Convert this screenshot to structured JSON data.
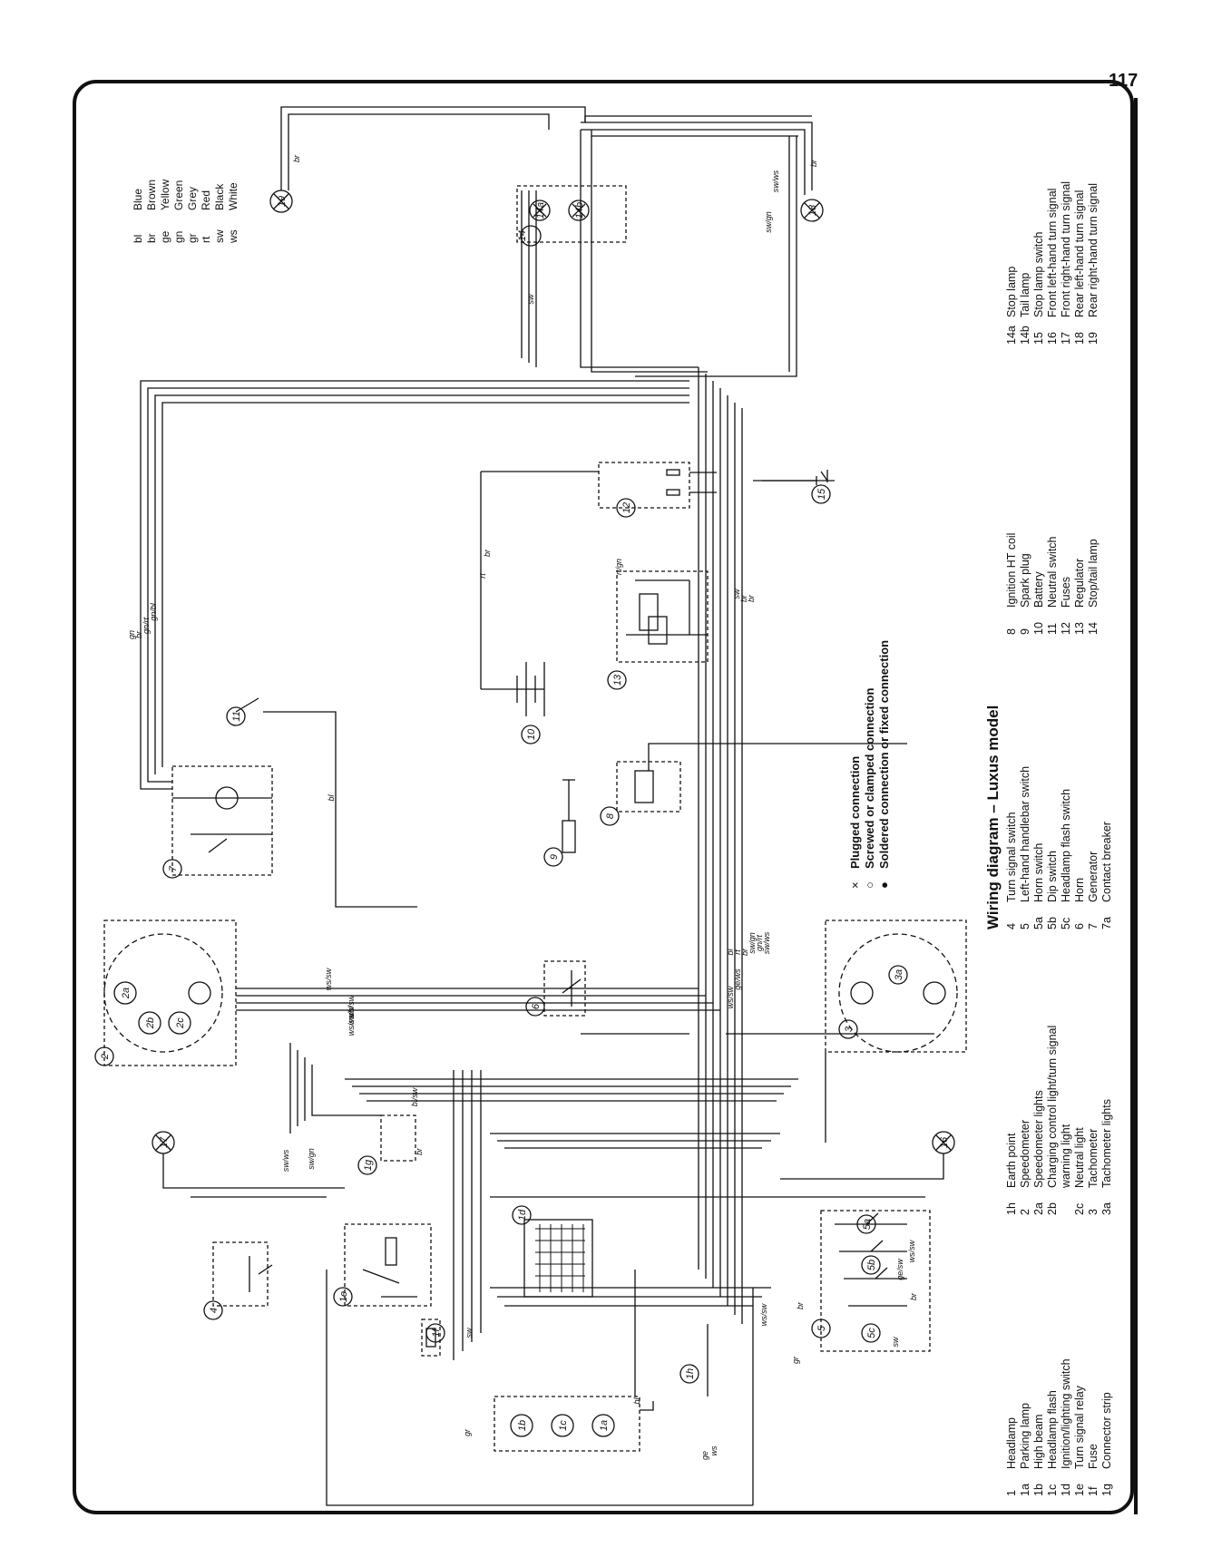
{
  "page_number": "117",
  "title": "Wiring diagram – Luxus model",
  "colour_codes": [
    {
      "code": "bl",
      "name": "Blue"
    },
    {
      "code": "br",
      "name": "Brown"
    },
    {
      "code": "ge",
      "name": "Yellow"
    },
    {
      "code": "gn",
      "name": "Green"
    },
    {
      "code": "gr",
      "name": "Grey"
    },
    {
      "code": "rt",
      "name": "Red"
    },
    {
      "code": "sw",
      "name": "Black"
    },
    {
      "code": "ws",
      "name": "White"
    }
  ],
  "connection_symbols": [
    {
      "symbol": "×",
      "label": "Plugged connection"
    },
    {
      "symbol": "○",
      "label": "Screwed or clamped connection"
    },
    {
      "symbol": "●",
      "label": "Soldered connection or fixed connection"
    }
  ],
  "legend_columns": [
    [
      {
        "code": "1",
        "label": "Headlamp"
      },
      {
        "code": "1a",
        "label": "Parking lamp"
      },
      {
        "code": "1b",
        "label": "High beam"
      },
      {
        "code": "1c",
        "label": "Headlamp flash"
      },
      {
        "code": "1d",
        "label": "Ignition/lighting switch"
      },
      {
        "code": "1e",
        "label": "Turn signal relay"
      },
      {
        "code": "1f",
        "label": "Fuse"
      },
      {
        "code": "1g",
        "label": "Connector strip"
      }
    ],
    [
      {
        "code": "1h",
        "label": "Earth point"
      },
      {
        "code": "2",
        "label": "Speedometer"
      },
      {
        "code": "2a",
        "label": "Speedometer lights"
      },
      {
        "code": "2b",
        "label": "Charging control light/turn signal"
      },
      {
        "code": "",
        "label": "warning light"
      },
      {
        "code": "2c",
        "label": "Neutral light"
      },
      {
        "code": "3",
        "label": "Tachometer"
      },
      {
        "code": "3a",
        "label": "Tachometer lights"
      }
    ],
    [
      {
        "code": "4",
        "label": "Turn signal switch"
      },
      {
        "code": "5",
        "label": "Left-hand handlebar switch"
      },
      {
        "code": "5a",
        "label": "Horn switch"
      },
      {
        "code": "5b",
        "label": "Dip switch"
      },
      {
        "code": "5c",
        "label": "Headlamp flash switch"
      },
      {
        "code": "6",
        "label": "Horn"
      },
      {
        "code": "7",
        "label": "Generator"
      },
      {
        "code": "7a",
        "label": "Contact breaker"
      }
    ],
    [
      {
        "code": "8",
        "label": "Ignition HT coil"
      },
      {
        "code": "9",
        "label": "Spark plug"
      },
      {
        "code": "10",
        "label": "Battery"
      },
      {
        "code": "11",
        "label": "Neutral switch"
      },
      {
        "code": "12",
        "label": "Fuses"
      },
      {
        "code": "13",
        "label": "Regulator"
      },
      {
        "code": "14",
        "label": "Stop/tail lamp"
      }
    ],
    [
      {
        "code": "14a",
        "label": "Stop lamp"
      },
      {
        "code": "14b",
        "label": "Tail lamp"
      },
      {
        "code": "15",
        "label": "Stop lamp switch"
      },
      {
        "code": "16",
        "label": "Front left-hand turn signal"
      },
      {
        "code": "17",
        "label": "Front right-hand turn signal"
      },
      {
        "code": "18",
        "label": "Rear left-hand turn signal"
      },
      {
        "code": "19",
        "label": "Rear right-hand turn signal"
      }
    ]
  ],
  "component_labels": [
    "19",
    "18",
    "14",
    "14a",
    "14b",
    "15",
    "12",
    "13",
    "11",
    "10",
    "7",
    "8",
    "9",
    "2",
    "2a",
    "2b",
    "2c",
    "6",
    "3",
    "3a",
    "17",
    "16",
    "1g",
    "1d",
    "4",
    "1e",
    "1f",
    "1a",
    "1b",
    "1c",
    "1h",
    "5",
    "5a",
    "5b",
    "5c"
  ],
  "wire_labels": [
    "br",
    "br",
    "sw",
    "sw/gn",
    "sw/ws",
    "rt",
    "br",
    "rt/gn",
    "gn",
    "br",
    "gn/rt",
    "gn/bl",
    "sw",
    "br",
    "br",
    "bl",
    "ws/sw",
    "ge/ws",
    "bl",
    "rt",
    "br",
    "sw/gn",
    "gn/rt",
    "sw/ws",
    "bl/sw",
    "sw/ws",
    "sw/gn",
    "br",
    "sw",
    "gr",
    "ws/sw",
    "ws",
    "ge",
    "gr",
    "br",
    "sw",
    "br",
    "ge/sw",
    "ws/sw",
    "ws/sw",
    "bl",
    "ws/sw",
    "ws/bl",
    "ws/sw"
  ]
}
